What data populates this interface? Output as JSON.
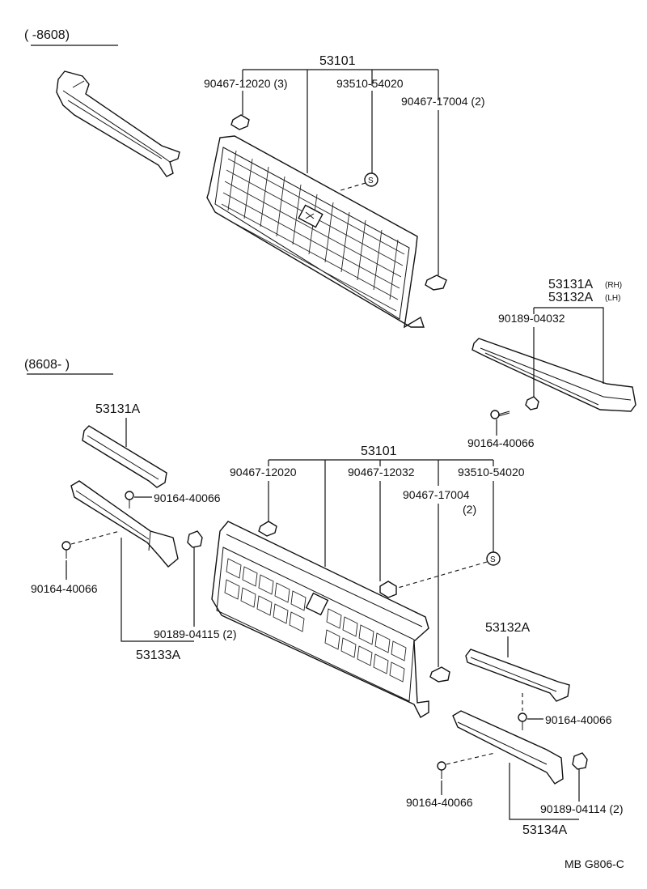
{
  "sections": {
    "upper_range": "(       -8608)",
    "lower_range": "(8608-       )"
  },
  "upper": {
    "assembly": "53101",
    "clip_a": "90467-12020 (3)",
    "emblem": "93510-54020",
    "clip_b": "90467-17004 (2)",
    "molding_rh": "53131A",
    "molding_lh": "53132A",
    "rh_tag": "(RH)",
    "lh_tag": "(LH)",
    "nut": "90189-04032",
    "screw": "90164-40066"
  },
  "lower": {
    "assembly": "53101",
    "clip_a": "90467-12020",
    "clip_c": "90467-12032",
    "emblem": "93510-54020",
    "clip_b": "90467-17004",
    "clip_b_qty": "(2)",
    "molding_rh": "53131A",
    "molding_lh": "53132A",
    "screw_1": "90164-40066",
    "screw_2": "90164-40066",
    "screw_3": "90164-40066",
    "screw_4": "90164-40066",
    "nut_1": "90189-04115 (2)",
    "nut_2": "90189-04114 (2)",
    "panel_rh": "53133A",
    "panel_lh": "53134A",
    "emblem_symbol": "S",
    "emblem_symbol_upper": "S"
  },
  "footer": {
    "code": "MB  G806-C"
  }
}
